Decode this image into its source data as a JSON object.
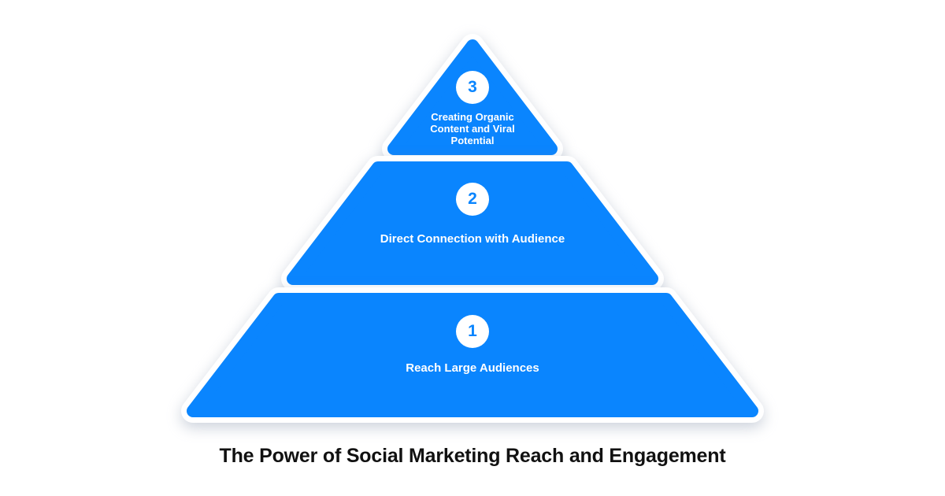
{
  "title": "The Power of Social Marketing Reach and Engagement",
  "colors": {
    "pyramid_blue": "#0A85FE",
    "text_on_blue": "#FFFFFF",
    "badge_bg": "#FFFFFF",
    "title_color": "#111111",
    "background": "#FFFFFF"
  },
  "pyramid": {
    "tiers": [
      {
        "number": "1",
        "label": "Reach Large Audiences"
      },
      {
        "number": "2",
        "label": "Direct Connection with Audience"
      },
      {
        "number": "3",
        "label": "Creating Organic Content and Viral Potential"
      }
    ]
  }
}
